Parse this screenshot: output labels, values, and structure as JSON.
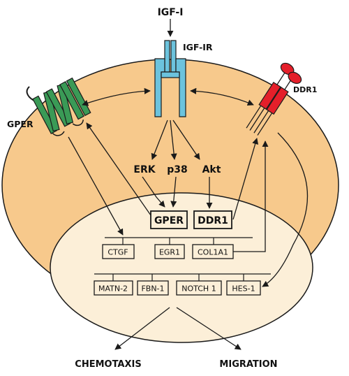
{
  "ligand": "IGF-I",
  "receptor": "IGF-IR",
  "gper_label": "GPER",
  "ddr1_label": "DDR1",
  "kinases": [
    "ERK",
    "p38",
    "Akt"
  ],
  "nuclear_boxes": [
    "GPER",
    "DDR1"
  ],
  "genes_row1": [
    "CTGF",
    "EGR1",
    "COL1A1"
  ],
  "genes_row2": [
    "MATN-2",
    "FBN-1",
    "NOTCH 1",
    "HES-1"
  ],
  "outcomes": [
    "CHEMOTAXIS",
    "MIGRATION"
  ],
  "colors": {
    "cell": "#f7c98c",
    "nucleus": "#fcefd8",
    "igf1r": "#6cc3dd",
    "gper": "#3a9a56",
    "ddr1": "#e41f2a",
    "line": "#1a1a1a"
  }
}
